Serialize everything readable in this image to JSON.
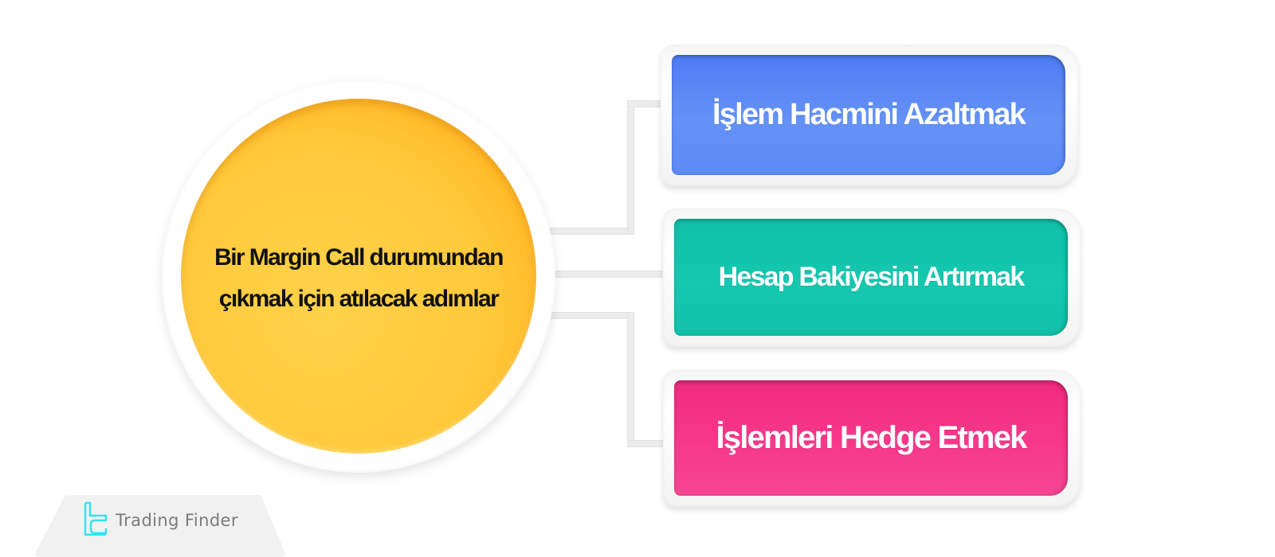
{
  "center": {
    "line1": "Bir Margin Call durumundan",
    "line2": "çıkmak için atılacak adımlar",
    "color": "#ffc93a"
  },
  "steps": [
    {
      "label": "İşlem Hacmini Azaltmak",
      "color": "#5b86f5"
    },
    {
      "label": "Hesap Bakiyesini Artırmak",
      "color": "#12c4ac"
    },
    {
      "label": "İşlemleri Hedge Etmek",
      "color": "#f5388a"
    }
  ],
  "brand": {
    "name": "Trading Finder",
    "icon": "trading-finder-logo-icon",
    "accent": "#2ee6f0"
  }
}
